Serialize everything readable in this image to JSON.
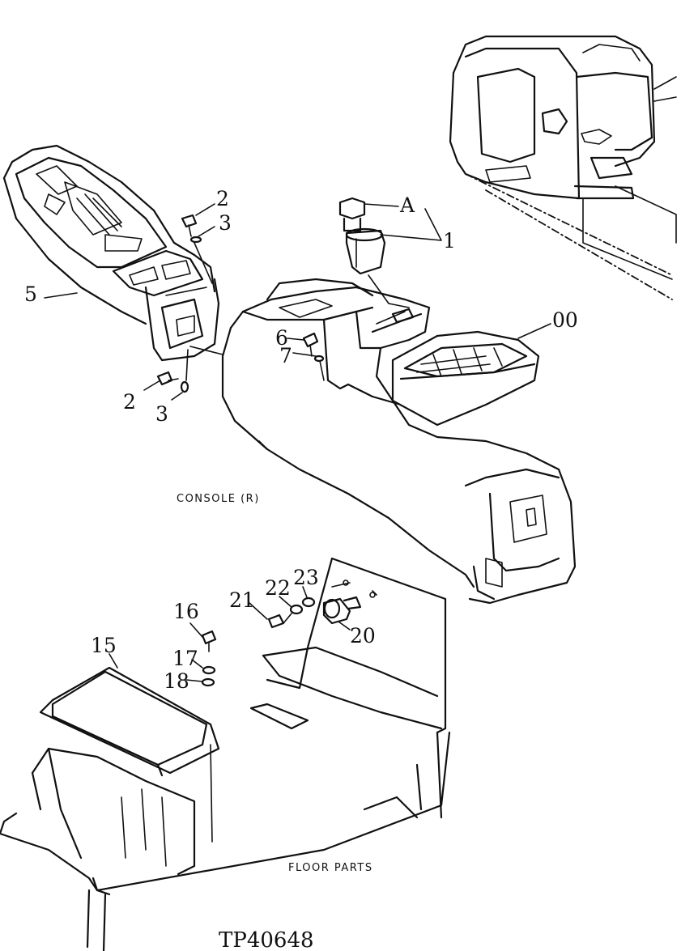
{
  "callouts": {
    "c2a": "2",
    "c3a": "3",
    "cA": "A",
    "c1": "1",
    "c5": "5",
    "c00": "00",
    "c6": "6",
    "c7": "7",
    "c2b": "2",
    "c3b": "3",
    "c16": "16",
    "c15": "15",
    "c17": "17",
    "c18": "18",
    "c21": "21",
    "c22": "22",
    "c23": "23",
    "c20": "20"
  },
  "captions": {
    "console": "CONSOLE (R)",
    "floor": "FLOOR PARTS"
  },
  "drawing_code": "TP40648"
}
